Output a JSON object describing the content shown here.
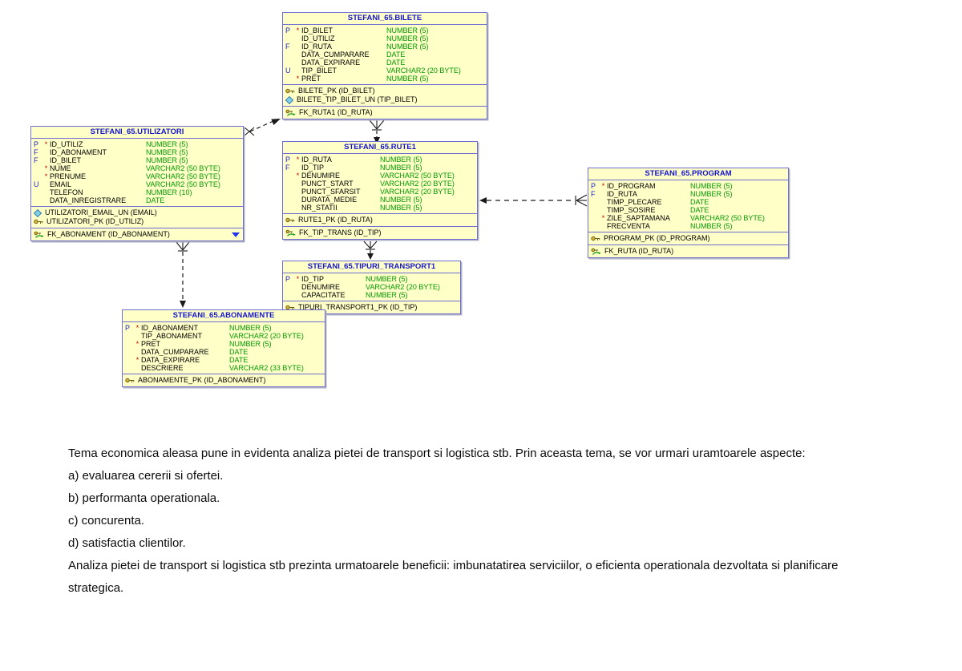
{
  "diagram": {
    "tables": [
      {
        "id": "bilete",
        "title": "STEFANI_65.BILETE",
        "columns": [
          {
            "flag": "P",
            "req": "*",
            "name": "ID_BILET",
            "type": "NUMBER (5)"
          },
          {
            "flag": "",
            "req": "",
            "name": "ID_UTILIZ",
            "type": "NUMBER (5)"
          },
          {
            "flag": "F",
            "req": "",
            "name": "ID_RUTA",
            "type": "NUMBER (5)"
          },
          {
            "flag": "",
            "req": "",
            "name": "DATA_CUMPARARE",
            "type": "DATE"
          },
          {
            "flag": "",
            "req": "",
            "name": "DATA_EXPIRARE",
            "type": "DATE"
          },
          {
            "flag": "U",
            "req": "",
            "name": "TIP_BILET",
            "type": "VARCHAR2 (20 BYTE)"
          },
          {
            "flag": "",
            "req": "*",
            "name": "PRET",
            "type": "NUMBER (5)"
          }
        ],
        "keys": [
          {
            "icon": "pk",
            "label": "BILETE_PK (ID_BILET)"
          },
          {
            "icon": "un",
            "label": "BILETE_TIP_BILET_UN (TIP_BILET)"
          }
        ],
        "fks": [
          {
            "icon": "fk",
            "label": "FK_RUTA1 (ID_RUTA)",
            "more": false
          }
        ]
      },
      {
        "id": "utilizatori",
        "title": "STEFANI_65.UTILIZATORI",
        "columns": [
          {
            "flag": "P",
            "req": "*",
            "name": "ID_UTILIZ",
            "type": "NUMBER (5)"
          },
          {
            "flag": "F",
            "req": "",
            "name": "ID_ABONAMENT",
            "type": "NUMBER (5)"
          },
          {
            "flag": "F",
            "req": "",
            "name": "ID_BILET",
            "type": "NUMBER (5)"
          },
          {
            "flag": "",
            "req": "*",
            "name": "NUME",
            "type": "VARCHAR2 (50 BYTE)"
          },
          {
            "flag": "",
            "req": "*",
            "name": "PRENUME",
            "type": "VARCHAR2 (50 BYTE)"
          },
          {
            "flag": "U",
            "req": "",
            "name": "EMAIL",
            "type": "VARCHAR2 (50 BYTE)"
          },
          {
            "flag": "",
            "req": "",
            "name": "TELEFON",
            "type": "NUMBER (10)"
          },
          {
            "flag": "",
            "req": "",
            "name": "DATA_INREGISTRARE",
            "type": "DATE"
          }
        ],
        "keys": [
          {
            "icon": "un",
            "label": "UTILIZATORI_EMAIL_UN (EMAIL)"
          },
          {
            "icon": "pk",
            "label": "UTILIZATORI_PK (ID_UTILIZ)"
          }
        ],
        "fks": [
          {
            "icon": "fk",
            "label": "FK_ABONAMENT (ID_ABONAMENT)",
            "more": true
          }
        ]
      },
      {
        "id": "rute1",
        "title": "STEFANI_65.RUTE1",
        "columns": [
          {
            "flag": "P",
            "req": "*",
            "name": "ID_RUTA",
            "type": "NUMBER (5)"
          },
          {
            "flag": "F",
            "req": "",
            "name": "ID_TIP",
            "type": "NUMBER (5)"
          },
          {
            "flag": "",
            "req": "*",
            "name": "DENUMIRE",
            "type": "VARCHAR2 (50 BYTE)"
          },
          {
            "flag": "",
            "req": "",
            "name": "PUNCT_START",
            "type": "VARCHAR2 (20 BYTE)"
          },
          {
            "flag": "",
            "req": "",
            "name": "PUNCT_SFARSIT",
            "type": "VARCHAR2 (20 BYTE)"
          },
          {
            "flag": "",
            "req": "",
            "name": "DURATA_MEDIE",
            "type": "NUMBER (5)"
          },
          {
            "flag": "",
            "req": "",
            "name": "NR_STATII",
            "type": "NUMBER (5)"
          }
        ],
        "keys": [
          {
            "icon": "pk",
            "label": "RUTE1_PK (ID_RUTA)"
          }
        ],
        "fks": [
          {
            "icon": "fk",
            "label": "FK_TIP_TRANS (ID_TIP)",
            "more": false
          }
        ]
      },
      {
        "id": "program",
        "title": "STEFANI_65.PROGRAM",
        "columns": [
          {
            "flag": "P",
            "req": "*",
            "name": "ID_PROGRAM",
            "type": "NUMBER (5)"
          },
          {
            "flag": "F",
            "req": "",
            "name": "ID_RUTA",
            "type": "NUMBER (5)"
          },
          {
            "flag": "",
            "req": "",
            "name": "TIMP_PLECARE",
            "type": "DATE"
          },
          {
            "flag": "",
            "req": "",
            "name": "TIMP_SOSIRE",
            "type": "DATE"
          },
          {
            "flag": "",
            "req": "*",
            "name": "ZILE_SAPTAMANA",
            "type": "VARCHAR2 (50 BYTE)"
          },
          {
            "flag": "",
            "req": "",
            "name": "FRECVENTA",
            "type": "NUMBER (5)"
          }
        ],
        "keys": [
          {
            "icon": "pk",
            "label": "PROGRAM_PK (ID_PROGRAM)"
          }
        ],
        "fks": [
          {
            "icon": "fk",
            "label": "FK_RUTA (ID_RUTA)",
            "more": false
          }
        ]
      },
      {
        "id": "tipuri_transport1",
        "title": "STEFANI_65.TIPURI_TRANSPORT1",
        "columns": [
          {
            "flag": "P",
            "req": "*",
            "name": "ID_TIP",
            "type": "NUMBER (5)"
          },
          {
            "flag": "",
            "req": "",
            "name": "DENUMIRE",
            "type": "VARCHAR2 (20 BYTE)"
          },
          {
            "flag": "",
            "req": "",
            "name": "CAPACITATE",
            "type": "NUMBER (5)"
          }
        ],
        "keys": [
          {
            "icon": "pk",
            "label": "TIPURI_TRANSPORT1_PK (ID_TIP)"
          }
        ],
        "fks": []
      },
      {
        "id": "abonamente",
        "title": "STEFANI_65.ABONAMENTE",
        "columns": [
          {
            "flag": "P",
            "req": "*",
            "name": "ID_ABONAMENT",
            "type": "NUMBER (5)"
          },
          {
            "flag": "",
            "req": "",
            "name": "TIP_ABONAMENT",
            "type": "VARCHAR2 (20 BYTE)"
          },
          {
            "flag": "",
            "req": "*",
            "name": "PRET",
            "type": "NUMBER (5)"
          },
          {
            "flag": "",
            "req": "",
            "name": "DATA_CUMPARARE",
            "type": "DATE"
          },
          {
            "flag": "",
            "req": "*",
            "name": "DATA_EXPIRARE",
            "type": "DATE"
          },
          {
            "flag": "",
            "req": "",
            "name": "DESCRIERE",
            "type": "VARCHAR2 (33 BYTE)"
          }
        ],
        "keys": [
          {
            "icon": "pk",
            "label": "ABONAMENTE_PK (ID_ABONAMENT)"
          }
        ],
        "fks": []
      }
    ],
    "relationships": [
      {
        "from": "UTILIZATORI",
        "to": "BILETE",
        "style": "dashed",
        "end": "arrow"
      },
      {
        "from": "BILETE",
        "to": "RUTE1",
        "style": "dashed",
        "end": "arrow",
        "many_side": "BILETE"
      },
      {
        "from": "PROGRAM",
        "to": "RUTE1",
        "style": "dashed",
        "end": "arrow",
        "many_side": "PROGRAM"
      },
      {
        "from": "RUTE1",
        "to": "TIPURI_TRANSPORT1",
        "style": "dashed",
        "end": "arrow",
        "many_side": "RUTE1"
      },
      {
        "from": "UTILIZATORI",
        "to": "ABONAMENTE",
        "style": "dashed",
        "end": "arrow",
        "many_side": "UTILIZATORI"
      }
    ]
  },
  "notes": {
    "paragraphs": [
      "Tema economica aleasa pune in evidenta analiza pietei de transport  si logistica stb. Prin aceasta tema, se vor urmari uramtoarele aspecte:",
      "a) evaluarea cererii si ofertei.",
      "b) performanta operationala.",
      "c) concurenta.",
      "d) satisfactia clientilor.",
      "Analiza pietei de transport si logistica stb prezinta urmatoarele beneficii: imbunatatirea serviciilor, o eficienta operationala dezvoltata si planificare strategica."
    ]
  },
  "colors": {
    "table_fill": "#ffffc8",
    "table_border": "#6e6ed2",
    "header_text": "#1515cf",
    "type_text": "#009a00",
    "flag_text": "#2222cc",
    "required_text": "#cc0000"
  }
}
